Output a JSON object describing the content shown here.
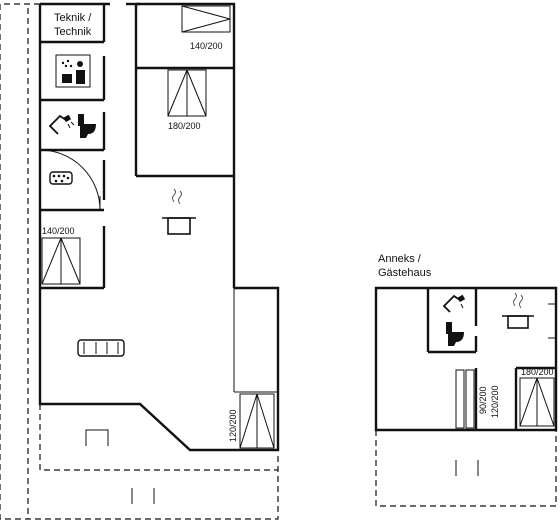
{
  "main_house": {
    "room_label_de": "Teknik /",
    "room_label_en": "Technik",
    "beds": [
      {
        "size": "140/200"
      },
      {
        "size": "180/200"
      },
      {
        "size": "140/200"
      },
      {
        "size": "120/200"
      }
    ]
  },
  "annex": {
    "title_line1": "Anneks /",
    "title_line2": "Gästehaus",
    "beds": [
      {
        "size": "90/200"
      },
      {
        "size": "120/200"
      },
      {
        "size": "180/200"
      }
    ]
  },
  "icons": [
    "sauna-icon",
    "shower-icon",
    "toilet-icon",
    "whirlpool-icon",
    "kitchen-pot-icon",
    "sofa-icon"
  ]
}
